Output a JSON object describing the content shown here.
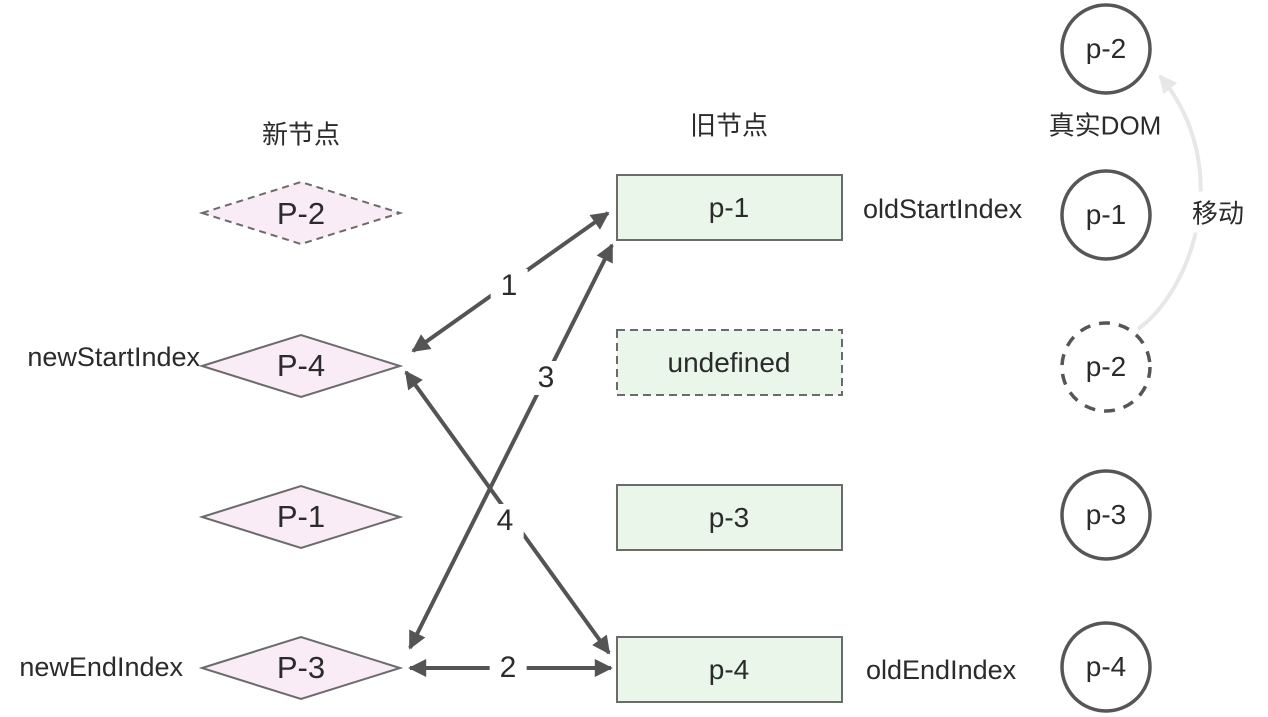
{
  "diagram": {
    "new_column": {
      "title": "新节点",
      "nodes": [
        {
          "label": "P-2",
          "variant": "dashed"
        },
        {
          "label": "P-4",
          "variant": "solid",
          "side_label": "newStartIndex"
        },
        {
          "label": "P-1",
          "variant": "solid"
        },
        {
          "label": "P-3",
          "variant": "solid",
          "side_label": "newEndIndex"
        }
      ]
    },
    "old_column": {
      "title": "旧节点",
      "nodes": [
        {
          "label": "p-1",
          "variant": "solid",
          "side_label": "oldStartIndex"
        },
        {
          "label": "undefined",
          "variant": "dashed"
        },
        {
          "label": "p-3",
          "variant": "solid"
        },
        {
          "label": "p-4",
          "variant": "solid",
          "side_label": "oldEndIndex"
        }
      ]
    },
    "dom_column": {
      "title": "真实DOM",
      "nodes": [
        {
          "label": "p-2",
          "variant": "solid"
        },
        {
          "label": "p-1",
          "variant": "solid"
        },
        {
          "label": "p-2",
          "variant": "dashed"
        },
        {
          "label": "p-3",
          "variant": "solid"
        },
        {
          "label": "p-4",
          "variant": "solid"
        }
      ]
    },
    "compare_arrows": [
      {
        "label": "1",
        "from": "P-4",
        "to": "p-1",
        "bidirectional": true
      },
      {
        "label": "2",
        "from": "P-3",
        "to": "p-4",
        "bidirectional": true
      },
      {
        "label": "3",
        "from": "p-1",
        "to": "P-3",
        "bidirectional": true
      },
      {
        "label": "4",
        "from": "P-4",
        "to": "p-4",
        "bidirectional": true
      }
    ],
    "move_arrow": {
      "label": "移动",
      "from": "p-2 (dashed)",
      "to": "p-2 (top)"
    }
  },
  "colors": {
    "pink_fill": "#f9ecf6",
    "green_fill": "#eaf6ea",
    "shape_stroke": "#6b6b6b",
    "circle_stroke": "#565656",
    "arrow_color": "#545454",
    "move_color": "#e7e7e7",
    "text_color": "#2b2b2b"
  }
}
